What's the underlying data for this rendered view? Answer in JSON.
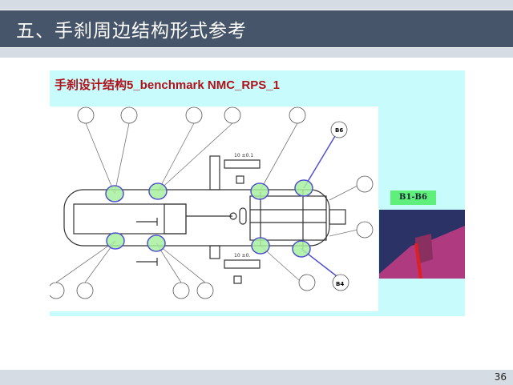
{
  "slide": {
    "title": "五、手刹周边结构形式参考",
    "page_number": "36"
  },
  "panel": {
    "title": "手刹设计结构5_benchmark NMC_RPS_1",
    "label": "B1-B6"
  },
  "colors": {
    "header": "#465569",
    "panel": "#c8fcfc",
    "highlight": "#a8f0a0",
    "ring": "#5050d0",
    "label": "#5ef07a"
  },
  "callouts": {
    "b6": "B6",
    "b4": "B4"
  },
  "dims": {
    "top": "10 ±0.1",
    "bottom": "10 ±0."
  }
}
